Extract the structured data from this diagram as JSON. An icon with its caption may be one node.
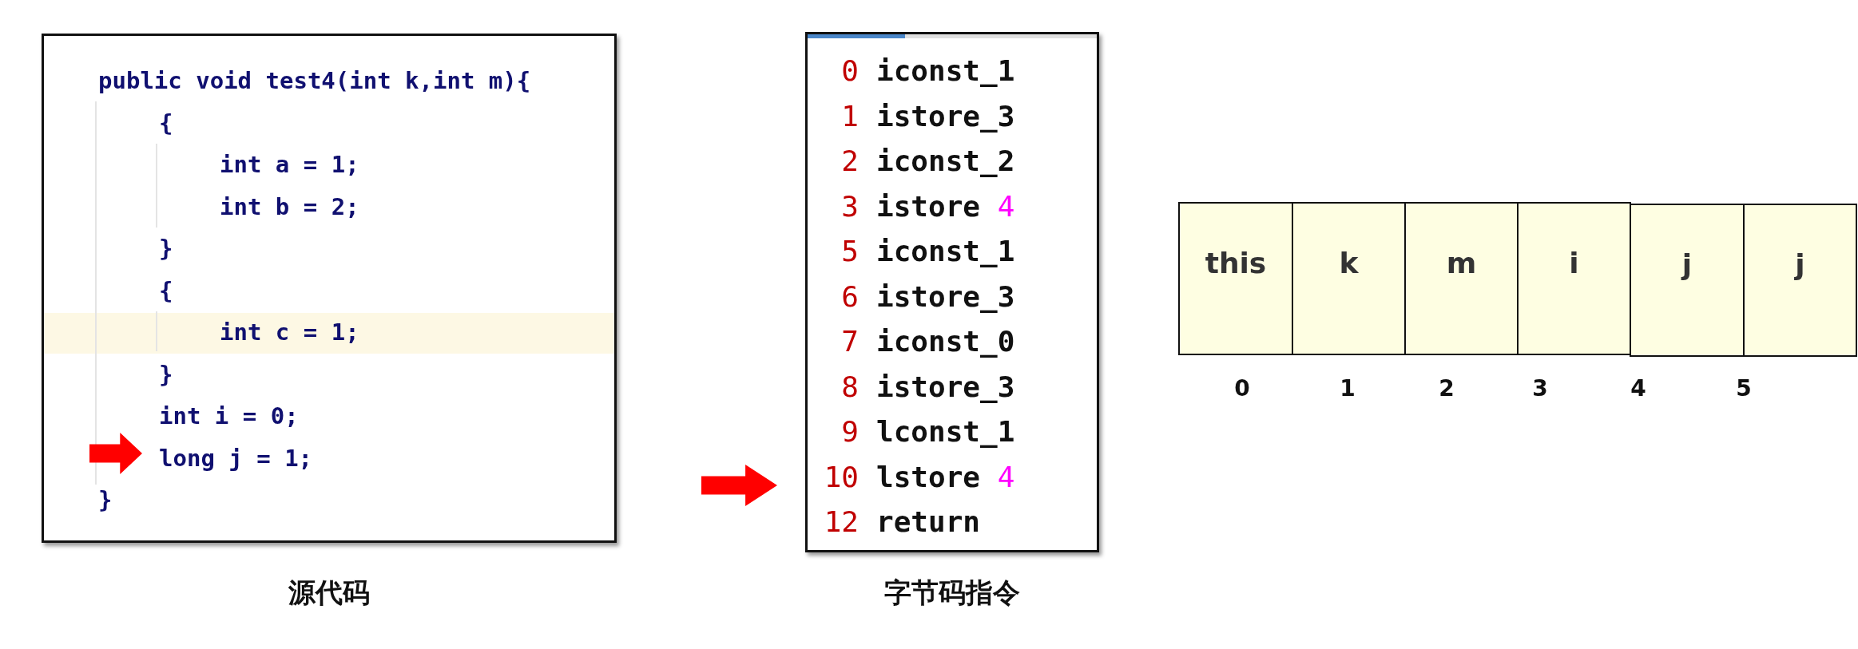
{
  "diagram": {
    "nodes": [
      {
        "text": [
          "public void test4(int k,int m){",
          "{",
          "int a = 1;",
          "int b = 2;",
          "}",
          "{",
          "int c = 1;",
          "}",
          "int i = 0;",
          "long j = 1;",
          "}"
        ],
        "beside": [
          "源代码"
        ]
      },
      {
        "text": [
          "0 iconst_1",
          "1 istore_3",
          "2 iconst_2",
          "3 istore 4",
          "5 iconst_1",
          "6 istore_3",
          "7 iconst_0",
          "8 istore_3",
          "9 lconst_1",
          "10 lstore 4",
          "12 return"
        ],
        "beside": [
          "字节码指令"
        ]
      },
      {
        "text": [
          "this"
        ]
      },
      {
        "text": [
          "k"
        ]
      },
      {
        "text": [
          "m"
        ]
      },
      {
        "text": [
          "i"
        ]
      },
      {
        "text": [
          "j"
        ]
      },
      {
        "text": [
          "j"
        ]
      }
    ],
    "labels": [
      "0",
      "1",
      "2",
      "3",
      "4",
      "5"
    ]
  }
}
